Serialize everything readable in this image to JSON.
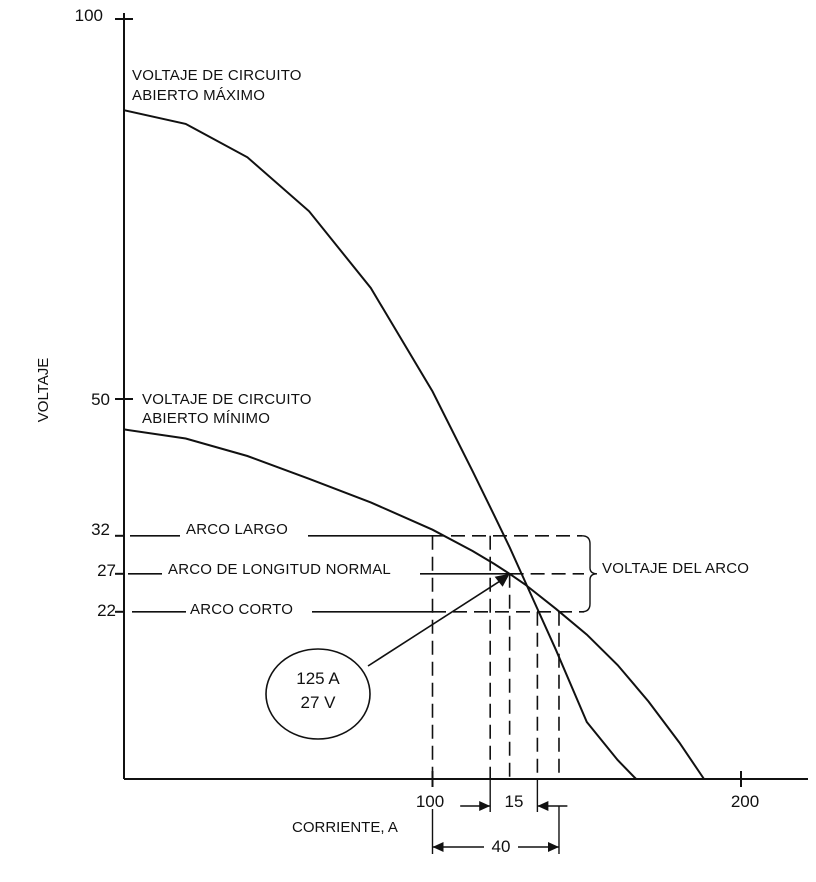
{
  "chart_data": {
    "type": "line",
    "xlabel": "CORRIENTE, A",
    "ylabel": "VOLTAJE",
    "x_tick_labels": [
      "100",
      "15",
      "200"
    ],
    "y_tick_labels": [
      "100",
      "50",
      "32",
      "27",
      "22"
    ],
    "xlim": [
      0,
      220
    ],
    "ylim": [
      0,
      100
    ],
    "series": [
      {
        "x": [
          0,
          20,
          40,
          60,
          80,
          100,
          113,
          120,
          125,
          130,
          140,
          150,
          160,
          166
        ],
        "y": [
          88,
          86.2,
          81.8,
          74.7,
          64.6,
          51,
          40.5,
          34.7,
          30.5,
          26,
          17,
          7.5,
          2.5,
          0
        ]
      },
      {
        "x": [
          0,
          20,
          40,
          60,
          80,
          100,
          113,
          120,
          125,
          130,
          140,
          150,
          160,
          170,
          180,
          188
        ],
        "y": [
          46,
          44.8,
          42.5,
          39.5,
          36.4,
          32.8,
          30,
          28.3,
          27,
          25.6,
          22.4,
          19,
          15,
          10.2,
          4.8,
          0
        ]
      }
    ],
    "annotations": {
      "open_circuit_max": [
        "VOLTAJE DE CIRCUITO",
        "ABIERTO MÁXIMO"
      ],
      "open_circuit_min": [
        "VOLTAJE DE CIRCUITO",
        "ABIERTO MÍNIMO"
      ],
      "long_arc": "ARCO LARGO",
      "normal_arc": "ARCO DE LONGITUD NORMAL",
      "short_arc": "ARCO CORTO",
      "arc_voltage": "VOLTAJE DEL ARCO",
      "operating_point": [
        "125 A",
        "27 V"
      ],
      "range_label": "40"
    },
    "operating_point": {
      "x": 125,
      "y": 27
    },
    "arc_levels": [
      32,
      27,
      22
    ],
    "grid": false,
    "legend": "none"
  }
}
